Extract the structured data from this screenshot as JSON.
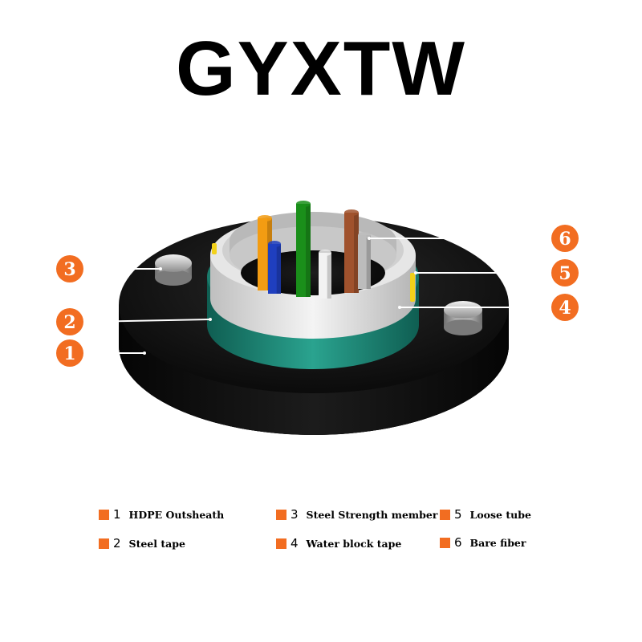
{
  "title": "GYXTW",
  "colors": {
    "callout": "#f26d21",
    "jacket": "#111111",
    "steel_tape": "#1f8a7a",
    "water_block_tape": "#dcdcdc",
    "strength_member": "#bdbdbd"
  },
  "fibers": [
    {
      "color": "#1a8f1a"
    },
    {
      "color": "#a0522d"
    },
    {
      "color": "#f39c12"
    },
    {
      "color": "#bcbcbc"
    },
    {
      "color": "#1f3fbf"
    },
    {
      "color": "#f2f2f2"
    }
  ],
  "callouts": [
    {
      "id": "1"
    },
    {
      "id": "2"
    },
    {
      "id": "3"
    },
    {
      "id": "4"
    },
    {
      "id": "5"
    },
    {
      "id": "6"
    }
  ],
  "legend": [
    {
      "num": "1",
      "label": "HDPE Outsheath"
    },
    {
      "num": "2",
      "label": "Steel tape"
    },
    {
      "num": "3",
      "label": "Steel Strength member"
    },
    {
      "num": "4",
      "label": "Water block tape"
    },
    {
      "num": "5",
      "label": "Loose tube"
    },
    {
      "num": "6",
      "label": "Bare fiber"
    }
  ]
}
